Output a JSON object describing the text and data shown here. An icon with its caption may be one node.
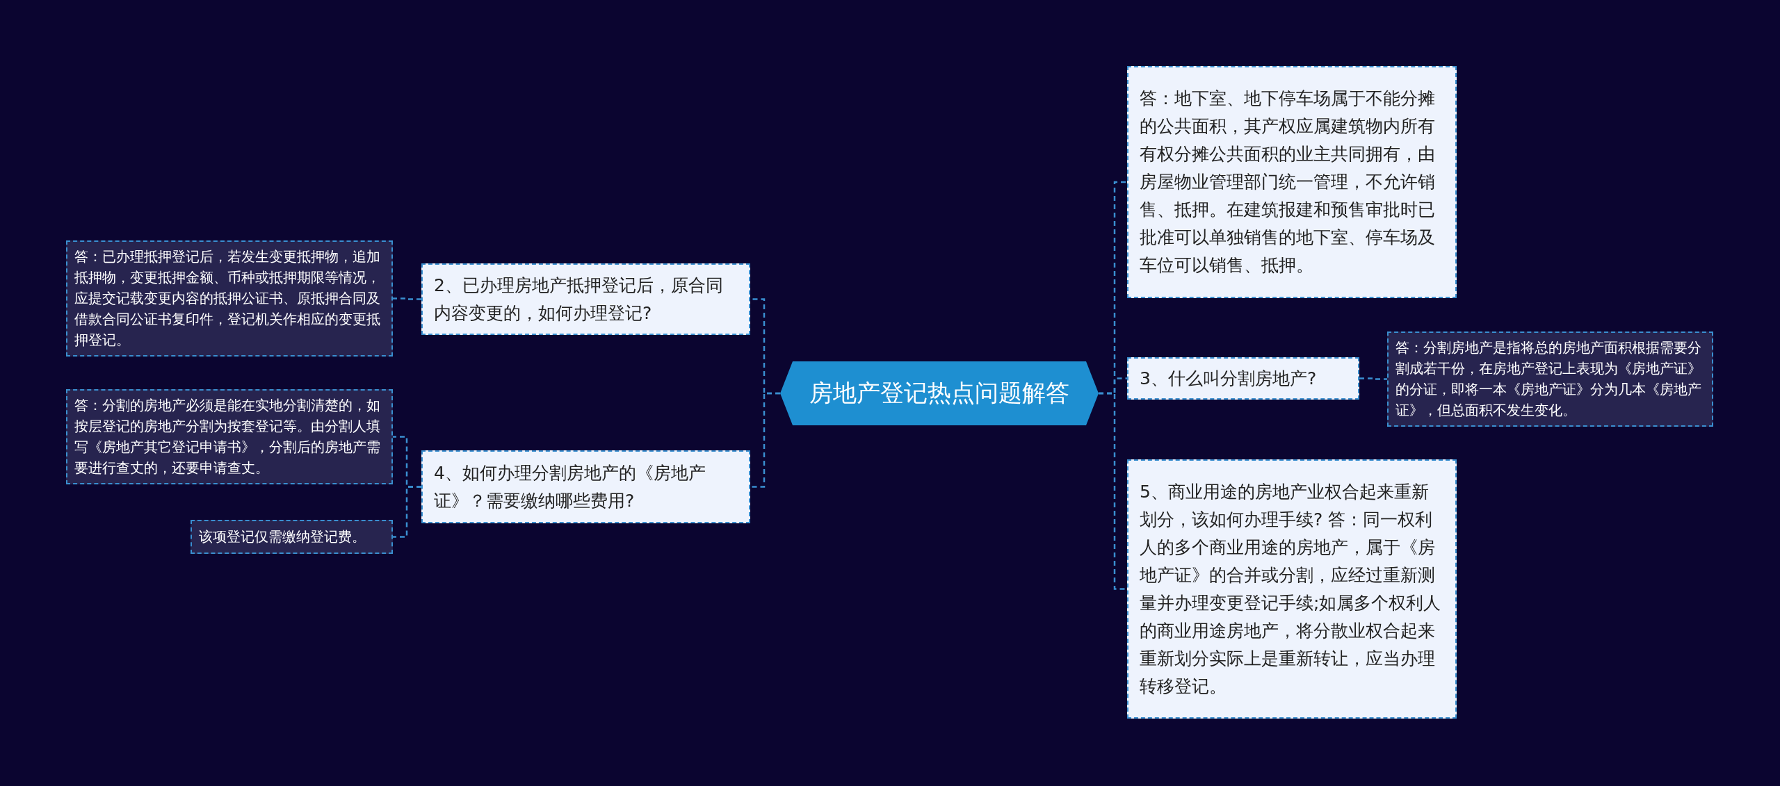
{
  "diagram": {
    "nodes": [
      {
        "text": [
          "房地产登记热点问题解答"
        ]
      },
      {
        "text": [
          "2、已办理房地产抵押登记后，原合同内容变更的，如何办理登记?"
        ]
      },
      {
        "text": [
          "答：已办理抵押登记后，若发生变更抵押物，追加抵押物，变更抵押金额、币种或抵押期限等情况，应提交记载变更内容的抵押公证书、原抵押合同及借款合同公证书复印件，登记机关作相应的变更抵押登记。"
        ]
      },
      {
        "text": [
          "4、如何办理分割房地产的《房地产证》？需要缴纳哪些费用?"
        ]
      },
      {
        "text": [
          "答：分割的房地产必须是能在实地分割清楚的，如按层登记的房地产分割为按套登记等。由分割人填写《房地产其它登记申请书》，分割后的房地产需要进行查丈的，还要申请查丈。"
        ]
      },
      {
        "text": [
          "该项登记仅需缴纳登记费。"
        ]
      },
      {
        "text": [
          "答：地下室、地下停车场属于不能分摊的公共面积，其产权应属建筑物内所有有权分摊公共面积的业主共同拥有，由房屋物业管理部门统一管理，不允许销售、抵押。在建筑报建和预售审批时已批准可以单独销售的地下室、停车场及车位可以销售、抵押。"
        ]
      },
      {
        "text": [
          "3、什么叫分割房地产?"
        ]
      },
      {
        "text": [
          "答：分割房地产是指将总的房地产面积根据需要分割成若干份，在房地产登记上表现为《房地产证》的分证，即将一本《房地产证》分为几本《房地产证》，但总面积不发生变化。"
        ]
      },
      {
        "text": [
          "5、商业用途的房地产业权合起来重新划分，该如何办理手续? 答：同一权利人的多个商业用途的房地产，属于《房地产证》的合并或分割，应经过重新测量并办理变更登记手续;如属多个权利人的商业用途房地产，将分散业权合起来重新划分实际上是重新转让，应当办理转移登记。"
        ]
      }
    ],
    "edges": [
      {
        "from": 0,
        "to": 1,
        "arrow": "none"
      },
      {
        "from": 0,
        "to": 3,
        "arrow": "none"
      },
      {
        "from": 1,
        "to": 2,
        "arrow": "none"
      },
      {
        "from": 3,
        "to": 4,
        "arrow": "none"
      },
      {
        "from": 3,
        "to": 5,
        "arrow": "none"
      },
      {
        "from": 0,
        "to": 6,
        "arrow": "none"
      },
      {
        "from": 0,
        "to": 7,
        "arrow": "none"
      },
      {
        "from": 7,
        "to": 8,
        "arrow": "none"
      },
      {
        "from": 0,
        "to": 9,
        "arrow": "none"
      }
    ]
  }
}
